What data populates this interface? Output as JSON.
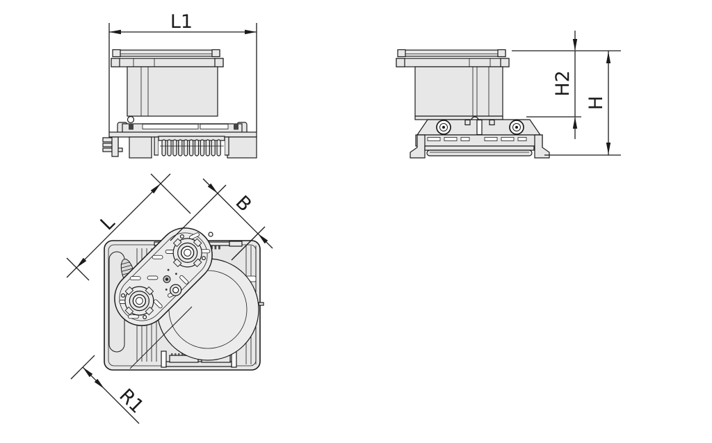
{
  "colors": {
    "background": "#ffffff",
    "line": "#1a1a1a",
    "fill": "#e7e7e7",
    "fill2": "#ececec",
    "white": "#ffffff"
  },
  "dimensions": {
    "l1": {
      "label": "L1"
    },
    "h2": {
      "label": "H2"
    },
    "h": {
      "label": "H"
    },
    "l": {
      "label": "L"
    },
    "b": {
      "label": "B"
    },
    "r1": {
      "label": "R1"
    }
  }
}
